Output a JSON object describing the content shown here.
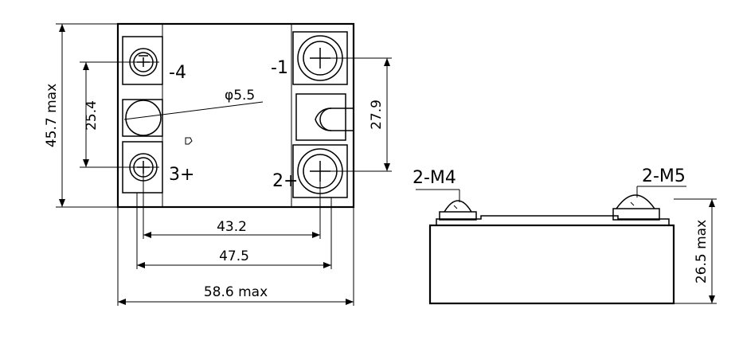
{
  "terminals": {
    "t1": "-1",
    "t2": "2+",
    "t3": "3+",
    "t4": "-4"
  },
  "dimensions": {
    "height_max": "45.7 max",
    "hole_spacing_left": "25.4",
    "hole_spacing_right": "27.9",
    "hole_dia": "φ5.5",
    "screw_spacing_inner": "43.2",
    "screw_spacing_outer": "47.5",
    "width_max": "58.6 max",
    "side_height_max": "26.5 max"
  },
  "side_view": {
    "left_screw": "2-M4",
    "right_screw": "2-M5"
  }
}
